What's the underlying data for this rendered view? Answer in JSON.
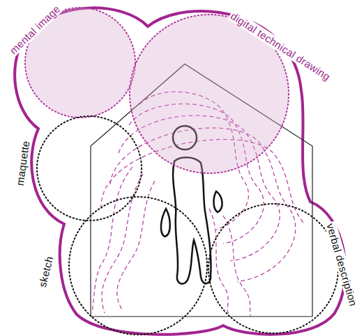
{
  "diagram": {
    "nodes": [
      {
        "text": [
          "mental image"
        ]
      },
      {
        "text": [
          "digital technical drawing"
        ]
      },
      {
        "text": [
          "maquette"
        ]
      },
      {
        "text": [
          "sketch"
        ]
      },
      {
        "text": [
          "verbal description"
        ]
      }
    ]
  }
}
